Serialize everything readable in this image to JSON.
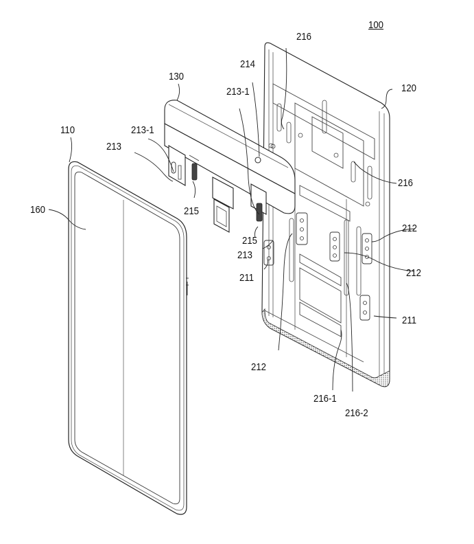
{
  "figure": {
    "title_ref": "100",
    "labels": {
      "front_cover": "110",
      "rear_cover": "120",
      "slider": "130",
      "display": "160",
      "guide_211_left": "211",
      "guide_211_right": "211",
      "hinge_212_top": "212",
      "hinge_212_mid": "212",
      "hinge_212_bottom": "212",
      "stopper_213_left": "213",
      "stopper_213_right": "213",
      "hook_213_1_left": "213-1",
      "hook_213_1_right": "213-1",
      "hole_214": "214",
      "spring_215_left": "215",
      "spring_215_right": "215",
      "rail_216_top": "216",
      "rail_216_right": "216",
      "rail_216_1": "216-1",
      "rail_216_2": "216-2"
    }
  }
}
